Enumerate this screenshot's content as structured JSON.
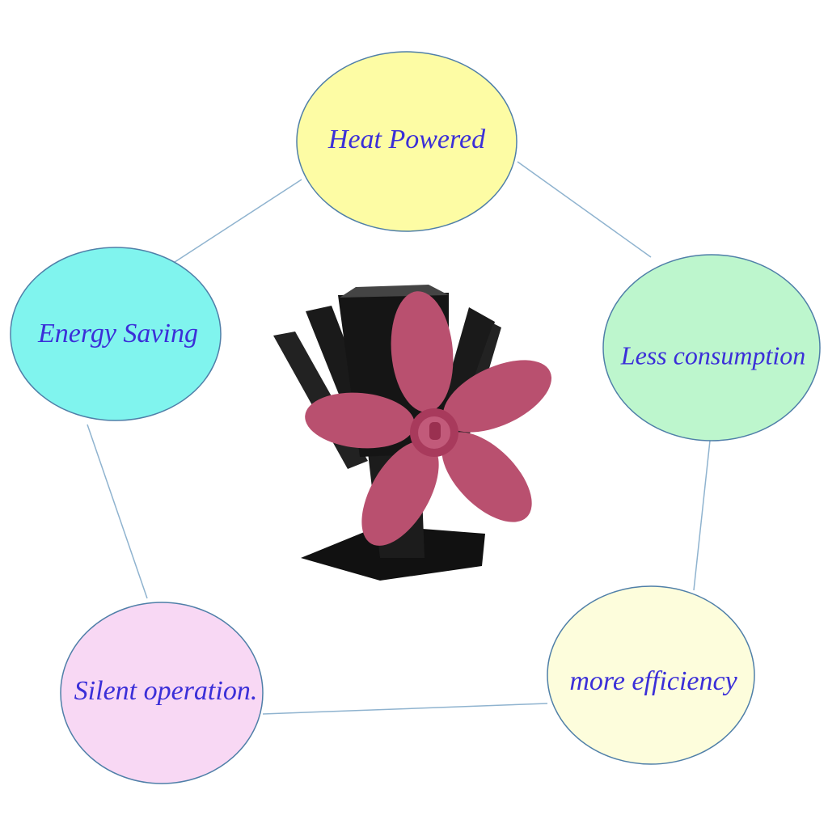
{
  "features": [
    {
      "label": "Heat Powered",
      "color": "#fdfca4"
    },
    {
      "label": "Energy Saving",
      "color": "#80f4ee"
    },
    {
      "label": "Less consumption",
      "color": "#bdf6cd"
    },
    {
      "label": "more efficiency",
      "color": "#fdfddc"
    },
    {
      "label": "Silent operation.",
      "color": "#f8d8f4"
    }
  ],
  "product": {
    "name": "fan-image",
    "blade_color": "#b9506f",
    "body_color": "#1a1a1a"
  }
}
